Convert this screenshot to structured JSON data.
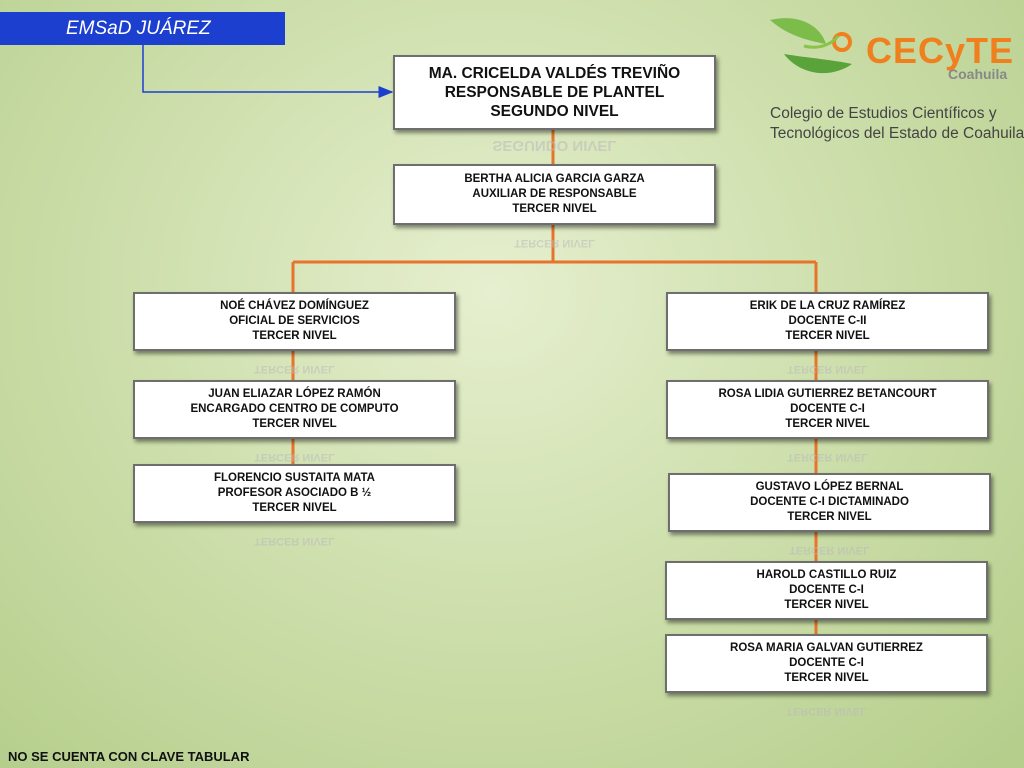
{
  "header": {
    "label": "EMSaD JUÁREZ"
  },
  "logo": {
    "brand": "CECyTE",
    "state": "Coahuila",
    "full_line1": "Colegio de Estudios Científicos y",
    "full_line2": "Tecnológicos del Estado de Coahuila"
  },
  "chart": {
    "top": {
      "name": "MA. CRICELDA VALDÉS TREVIÑO",
      "role": "RESPONSABLE DE PLANTEL",
      "level": "SEGUNDO NIVEL"
    },
    "assistant": {
      "name": "BERTHA ALICIA GARCIA GARZA",
      "role": "AUXILIAR DE RESPONSABLE",
      "level": "TERCER NIVEL"
    },
    "left": [
      {
        "name": "NOÉ CHÁVEZ DOMÍNGUEZ",
        "role": "OFICIAL DE SERVICIOS",
        "level": "TERCER NIVEL"
      },
      {
        "name": "JUAN ELIAZAR LÓPEZ RAMÓN",
        "role": "ENCARGADO CENTRO DE COMPUTO",
        "level": "TERCER NIVEL"
      },
      {
        "name": "FLORENCIO SUSTAITA MATA",
        "role": "PROFESOR ASOCIADO B ½",
        "level": "TERCER NIVEL"
      }
    ],
    "right": [
      {
        "name": "ERIK DE LA CRUZ RAMÍREZ",
        "role": "DOCENTE C-II",
        "level": "TERCER NIVEL"
      },
      {
        "name": "ROSA LIDIA GUTIERREZ BETANCOURT",
        "role": "DOCENTE C-I",
        "level": "TERCER NIVEL"
      },
      {
        "name": "GUSTAVO LÓPEZ BERNAL",
        "role": "DOCENTE C-I DICTAMINADO",
        "level": "TERCER NIVEL"
      },
      {
        "name": "HAROLD CASTILLO RUIZ",
        "role": "DOCENTE C-I",
        "level": "TERCER NIVEL"
      },
      {
        "name": "ROSA MARIA GALVAN GUTIERREZ",
        "role": "DOCENTE C-I",
        "level": "TERCER NIVEL"
      }
    ]
  },
  "footer": {
    "note": "NO SE CUENTA CON CLAVE TABULAR"
  },
  "colors": {
    "connector": "#e8732a",
    "header_bg": "#1c3fcf",
    "arrow": "#1c3fcf"
  }
}
